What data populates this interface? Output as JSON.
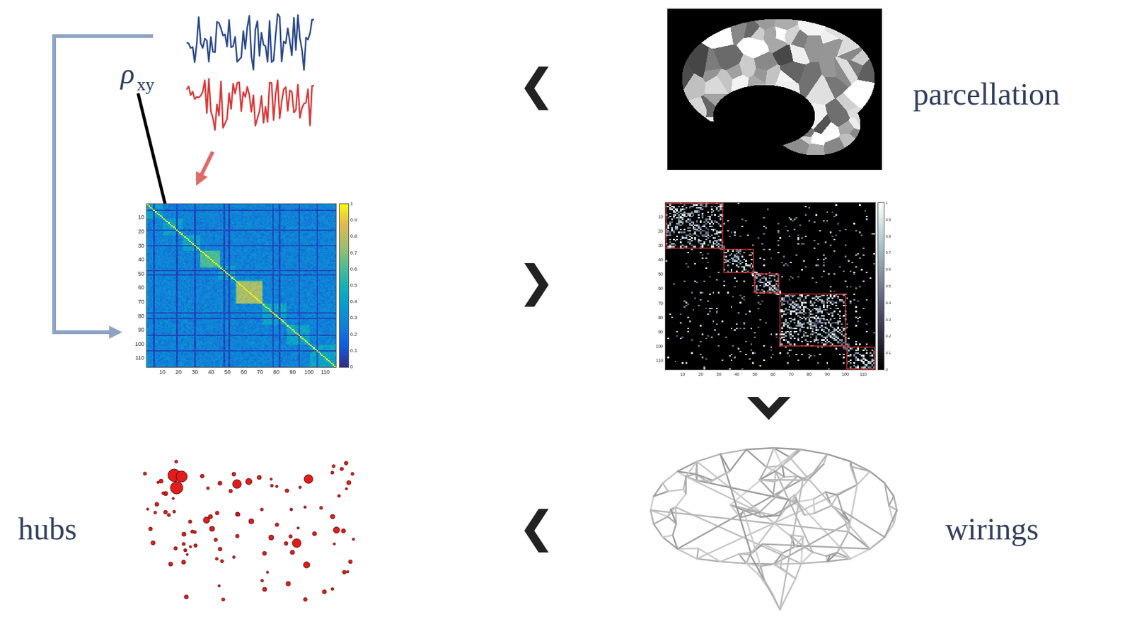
{
  "diagram": {
    "labels": [
      "ρ",
      "xy",
      "parcellation",
      "hubs",
      "wirings",
      "10",
      "20",
      "30",
      "40",
      "50",
      "60",
      "70",
      "80",
      "90",
      "100",
      "110",
      "10",
      "20",
      "30",
      "40",
      "50",
      "60",
      "70",
      "80",
      "90",
      "100",
      "110",
      "0",
      "0.1",
      "0.2",
      "0.3",
      "0.4",
      "0.5",
      "0.6",
      "0.7",
      "0.8",
      "0.9",
      "1",
      "10",
      "20",
      "30",
      "40",
      "50",
      "60",
      "70",
      "80",
      "90",
      "100",
      "110",
      "10",
      "20",
      "30",
      "40",
      "50",
      "60",
      "70",
      "80",
      "90",
      "100",
      "110",
      "0",
      "0.1",
      "0.2",
      "0.3",
      "0.4",
      "0.5",
      "0.6",
      "0.7",
      "0.8",
      "0.9",
      "1"
    ]
  }
}
